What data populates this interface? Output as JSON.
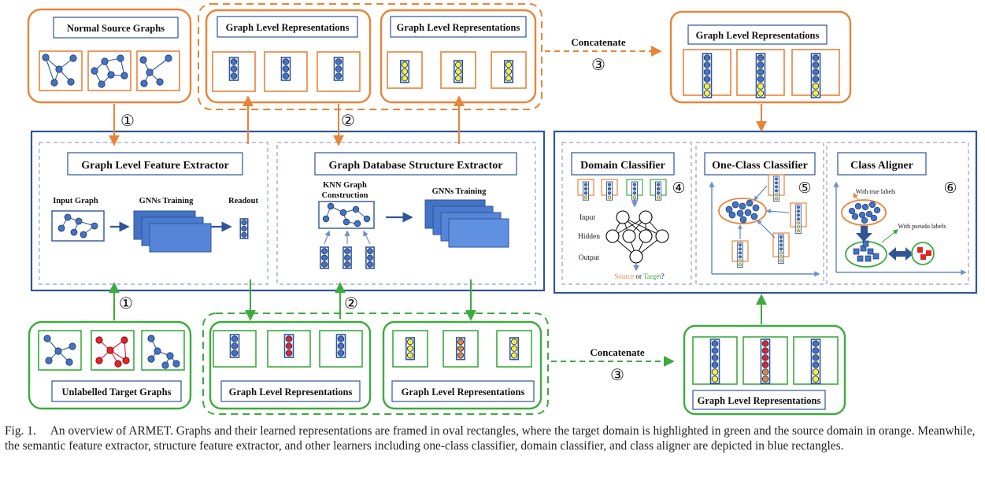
{
  "colors": {
    "source": "#E8843A",
    "target": "#3DAA3F",
    "module": "#2F5597",
    "node": "#4472C4",
    "node_edge": "#1F3864",
    "vec_yellow": "#F6EE3A",
    "vec_red": "#E0242A",
    "dashed_inner": "#8FA3C8"
  },
  "source_panel": {
    "title": "Normal Source Graphs"
  },
  "target_panel": {
    "title": "Unlabelled Target Graphs"
  },
  "representations": {
    "src_semantic": "Graph Level Representations",
    "src_structure": "Graph Level Representations",
    "src_concat": "Graph Level Representations",
    "tgt_semantic": "Graph Level Representations",
    "tgt_structure": "Graph Level Representations",
    "tgt_concat": "Graph Level Representations"
  },
  "concatenate": {
    "top_label": "Concatenate",
    "bottom_label": "Concatenate"
  },
  "step_markers": {
    "step1_top": "①",
    "step1_bottom": "①",
    "step2_top": "②",
    "step2_bottom": "②",
    "step3_top": "③",
    "step3_bottom": "③",
    "step4": "④",
    "step5": "⑤",
    "step6": "⑥"
  },
  "feature_extractor": {
    "title": "Graph Level Feature Extractor",
    "input_label": "Input Graph",
    "gnn_label": "GNNs Training",
    "readout_label": "Readout"
  },
  "structure_extractor": {
    "title": "Graph Database Structure Extractor",
    "knn_label_1": "KNN Graph",
    "knn_label_2": "Construction",
    "gnn_label": "GNNs Training"
  },
  "domain_classifier": {
    "title": "Domain Classifier",
    "layer_input": "Input",
    "layer_hidden": "Hidden",
    "layer_output": "Output",
    "out_source": "Source",
    "out_or": " or ",
    "out_target": "Target",
    "out_q": "?"
  },
  "one_class": {
    "title": "One-Class Classifier"
  },
  "class_aligner": {
    "title": "Class Aligner",
    "true_label": "With true labels",
    "pseudo_label": "With pseudo labels"
  },
  "caption": {
    "fig": "Fig. 1.",
    "text": "An overview of ARMET. Graphs and their learned representations are framed in oval rectangles, where the target domain is highlighted in green and the source domain in orange. Meanwhile, the semantic feature extractor, structure feature extractor, and other learners including one-class classifier, domain classifier, and class aligner are depicted in blue rectangles."
  }
}
